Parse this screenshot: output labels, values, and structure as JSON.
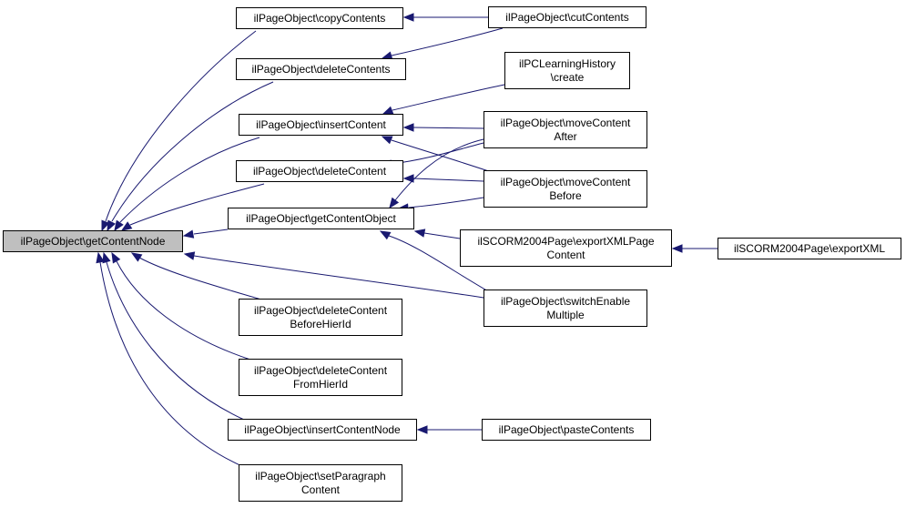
{
  "graph": {
    "edge_color": "#191970",
    "root_fill": "#bfbfbf",
    "nodes": {
      "root": {
        "lines": [
          "ilPageObject\\getContentNode"
        ]
      },
      "copy": {
        "lines": [
          "ilPageObject\\copyContents"
        ]
      },
      "cut": {
        "lines": [
          "ilPageObject\\cutContents"
        ]
      },
      "delContents": {
        "lines": [
          "ilPageObject\\deleteContents"
        ]
      },
      "lhCreate": {
        "lines": [
          "ilPCLearningHistory",
          "\\create"
        ]
      },
      "insert": {
        "lines": [
          "ilPageObject\\insertContent"
        ]
      },
      "moveAfter": {
        "lines": [
          "ilPageObject\\moveContent",
          "After"
        ]
      },
      "delContent": {
        "lines": [
          "ilPageObject\\deleteContent"
        ]
      },
      "moveBefore": {
        "lines": [
          "ilPageObject\\moveContent",
          "Before"
        ]
      },
      "getObj": {
        "lines": [
          "ilPageObject\\getContentObject"
        ]
      },
      "scormPage": {
        "lines": [
          "ilSCORM2004Page\\exportXMLPage",
          "Content"
        ]
      },
      "scormExport": {
        "lines": [
          "ilSCORM2004Page\\exportXML"
        ]
      },
      "switchEnable": {
        "lines": [
          "ilPageObject\\switchEnable",
          "Multiple"
        ]
      },
      "delBefore": {
        "lines": [
          "ilPageObject\\deleteContent",
          "BeforeHierId"
        ]
      },
      "delFrom": {
        "lines": [
          "ilPageObject\\deleteContent",
          "FromHierId"
        ]
      },
      "insertNode": {
        "lines": [
          "ilPageObject\\insertContentNode"
        ]
      },
      "paste": {
        "lines": [
          "ilPageObject\\pasteContents"
        ]
      },
      "setPara": {
        "lines": [
          "ilPageObject\\setParagraph",
          "Content"
        ]
      }
    }
  }
}
